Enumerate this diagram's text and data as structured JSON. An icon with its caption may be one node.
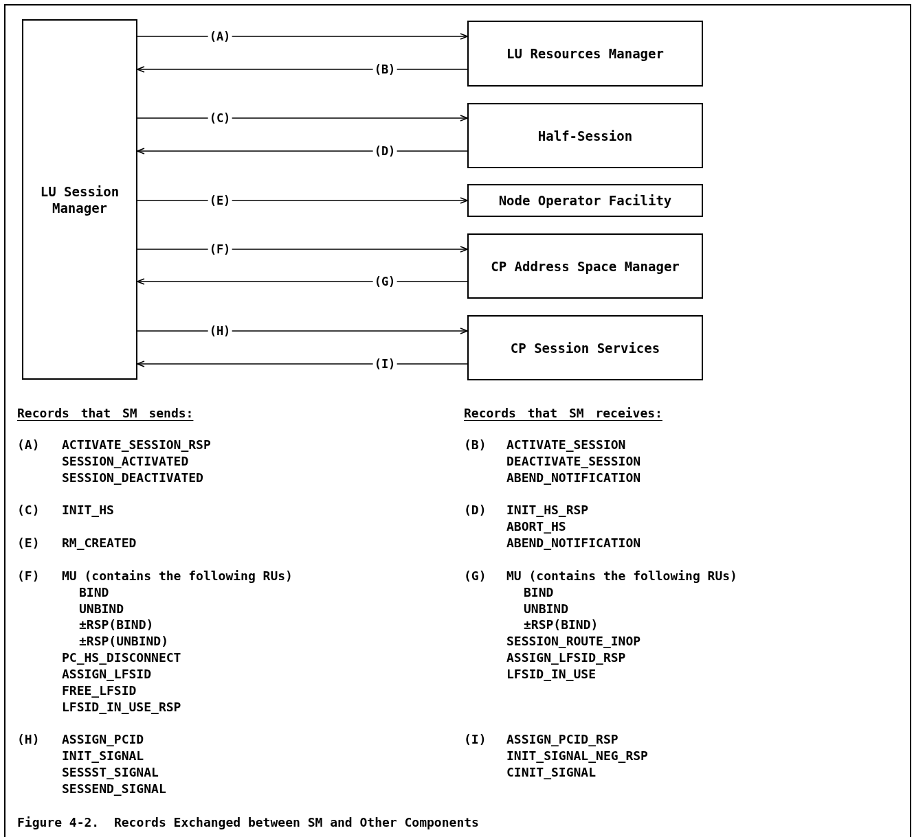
{
  "diagram": {
    "caption": "Figure 4-2.  Records Exchanged between SM and Other Components",
    "nodes": [
      {
        "text": [
          "LU Session Manager"
        ]
      },
      {
        "text": [
          "LU Resources Manager"
        ]
      },
      {
        "text": [
          "Half-Session"
        ]
      },
      {
        "text": [
          "Node Operator Facility"
        ]
      },
      {
        "text": [
          "CP Address Space Manager"
        ]
      },
      {
        "text": [
          "CP Session Services"
        ]
      }
    ],
    "edges": [
      {
        "from": 0,
        "to": 1,
        "arrow": "to",
        "label": "(A)"
      },
      {
        "from": 1,
        "to": 0,
        "arrow": "to",
        "label": "(B)"
      },
      {
        "from": 0,
        "to": 2,
        "arrow": "to",
        "label": "(C)"
      },
      {
        "from": 2,
        "to": 0,
        "arrow": "to",
        "label": "(D)"
      },
      {
        "from": 0,
        "to": 3,
        "arrow": "to",
        "label": "(E)"
      },
      {
        "from": 0,
        "to": 4,
        "arrow": "to",
        "label": "(F)"
      },
      {
        "from": 4,
        "to": 0,
        "arrow": "to",
        "label": "(G)"
      },
      {
        "from": 0,
        "to": 5,
        "arrow": "to",
        "label": "(H)"
      },
      {
        "from": 5,
        "to": 0,
        "arrow": "to",
        "label": "(I)"
      }
    ],
    "labels": [
      "Records that SM sends:",
      "Records that SM receives:",
      "(A)",
      "ACTIVATE_SESSION_RSP",
      "SESSION_ACTIVATED",
      "SESSION_DEACTIVATED",
      "(B)",
      "ACTIVATE_SESSION",
      "DEACTIVATE_SESSION",
      "ABEND_NOTIFICATION",
      "(C)",
      "INIT_HS",
      "(E)",
      "RM_CREATED",
      "(D)",
      "INIT_HS_RSP",
      "ABORT_HS",
      "ABEND_NOTIFICATION",
      "(F)",
      "MU (contains the following RUs)",
      "BIND",
      "UNBIND",
      "±RSP(BIND)",
      "±RSP(UNBIND)",
      "PC_HS_DISCONNECT",
      "ASSIGN_LFSID",
      "FREE_LFSID",
      "LFSID_IN_USE_RSP",
      "(G)",
      "MU (contains the following RUs)",
      "BIND",
      "UNBIND",
      "±RSP(BIND)",
      "SESSION_ROUTE_INOP",
      "ASSIGN_LFSID_RSP",
      "LFSID_IN_USE",
      "(H)",
      "ASSIGN_PCID",
      "INIT_SIGNAL",
      "SESSST_SIGNAL",
      "SESSEND_SIGNAL",
      "(I)",
      "ASSIGN_PCID_RSP",
      "INIT_SIGNAL_NEG_RSP",
      "CINIT_SIGNAL"
    ]
  }
}
